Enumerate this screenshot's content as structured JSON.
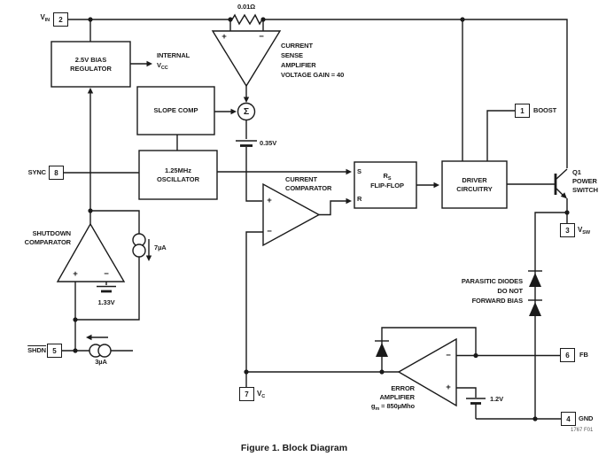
{
  "figure": {
    "caption": "Figure 1. Block Diagram",
    "ref": "1767 F01"
  },
  "pins": {
    "vin": {
      "num": "2",
      "base": "V",
      "sub": "IN"
    },
    "sync": {
      "num": "8",
      "label": "SYNC"
    },
    "shdn": {
      "num": "5",
      "label": "SHDN"
    },
    "boost": {
      "num": "1",
      "label": "BOOST"
    },
    "vsw": {
      "num": "3",
      "base": "V",
      "sub": "SW"
    },
    "fb": {
      "num": "6",
      "label": "FB"
    },
    "gnd": {
      "num": "4",
      "label": "GND"
    },
    "vc": {
      "num": "7",
      "base": "V",
      "sub": "C"
    }
  },
  "blocks": {
    "bias": [
      "2.5V BIAS",
      "REGULATOR"
    ],
    "slope": "SLOPE COMP",
    "osc": [
      "1.25MHz",
      "OSCILLATOR"
    ],
    "ff": {
      "base": "R",
      "sub": "S",
      "line2": "FLIP-FLOP",
      "s": "S",
      "r": "R"
    },
    "driver": [
      "DRIVER",
      "CIRCUITRY"
    ]
  },
  "labels": {
    "internal": {
      "line1": "INTERNAL",
      "base": "V",
      "sub": "CC"
    },
    "resistor": "0.01Ω",
    "csa": [
      "CURRENT",
      "SENSE",
      "AMPLIFIER",
      "VOLTAGE GAIN = 40"
    ],
    "sigma": "Σ",
    "v035": "0.35V",
    "cc": [
      "CURRENT",
      "COMPARATOR"
    ],
    "sdc": [
      "SHUTDOWN",
      "COMPARATOR"
    ],
    "v133": "1.33V",
    "i7": "7µA",
    "i3": "3µA",
    "q1": [
      "Q1",
      "POWER",
      "SWITCH"
    ],
    "parasitic": [
      "PARASITIC DIODES",
      "DO NOT",
      "FORWARD BIAS"
    ],
    "err": {
      "line1": "ERROR",
      "line2": "AMPLIFIER",
      "gm_base": "g",
      "gm_sub": "m",
      "gm_rest": " = 850µMho"
    },
    "v12": "1.2V",
    "plus": "+",
    "minus": "−"
  },
  "colors": {
    "line": "#1a1a1a",
    "bg": "#ffffff"
  }
}
